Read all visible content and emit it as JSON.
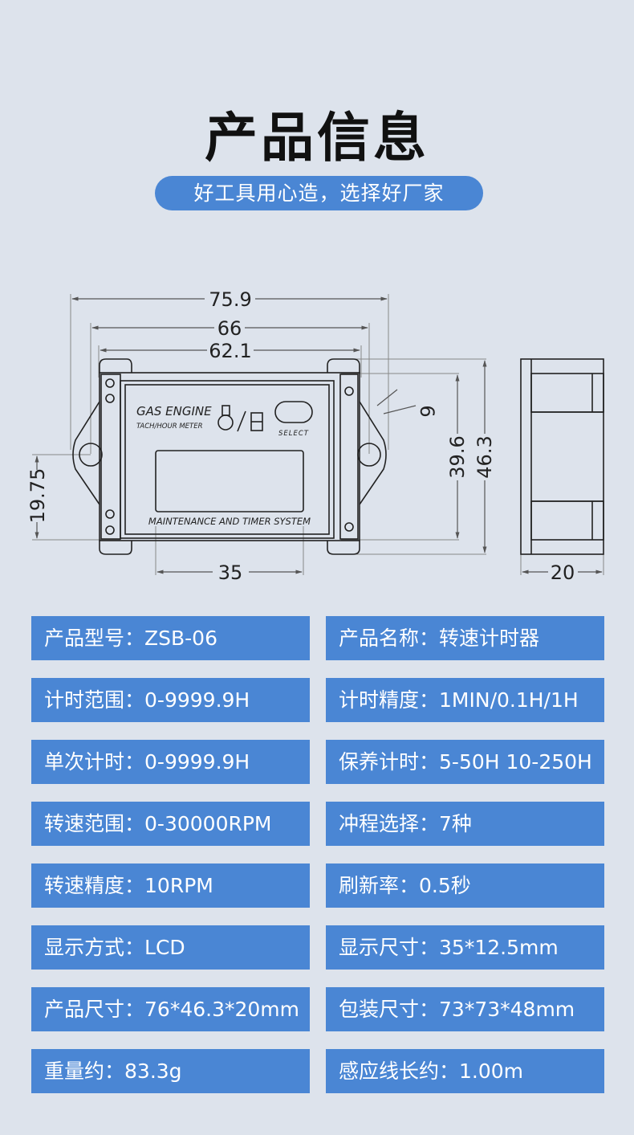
{
  "header": {
    "title": "产品信息",
    "tagline": "好工具用心造，选择好厂家"
  },
  "drawing": {
    "dimensions": {
      "overall_width": "75.9",
      "hole_width": "66",
      "body_width": "62.1",
      "slot": "6",
      "body_height": "39.6",
      "overall_height": "46.3",
      "hole_height": "19.75",
      "display_width": "35",
      "depth": "20"
    },
    "panel": {
      "brand_line1": "GAS ENGINE",
      "brand_line2": "TACH/HOUR METER",
      "button_label": "SELECT",
      "bottom_label": "MAINTENANCE AND TIMER SYSTEM"
    }
  },
  "specs": [
    {
      "label": "产品型号：",
      "value": "ZSB-06"
    },
    {
      "label": "产品名称：",
      "value": "转速计时器"
    },
    {
      "label": "计时范围：",
      "value": "0-9999.9H"
    },
    {
      "label": "计时精度：",
      "value": "1MIN/0.1H/1H"
    },
    {
      "label": "单次计时：",
      "value": "0-9999.9H"
    },
    {
      "label": "保养计时：",
      "value": "5-50H 10-250H"
    },
    {
      "label": "转速范围：",
      "value": "0-30000RPM"
    },
    {
      "label": "冲程选择：",
      "value": "7种"
    },
    {
      "label": "转速精度：",
      "value": "10RPM"
    },
    {
      "label": "刷新率：",
      "value": "0.5秒"
    },
    {
      "label": "显示方式：",
      "value": "LCD"
    },
    {
      "label": "显示尺寸：",
      "value": "35*12.5mm"
    },
    {
      "label": "产品尺寸：",
      "value": "76*46.3*20mm"
    },
    {
      "label": "包装尺寸：",
      "value": "73*73*48mm"
    },
    {
      "label": "重量约：",
      "value": "83.3g"
    },
    {
      "label": "感应线长约：",
      "value": "1.00m"
    }
  ]
}
